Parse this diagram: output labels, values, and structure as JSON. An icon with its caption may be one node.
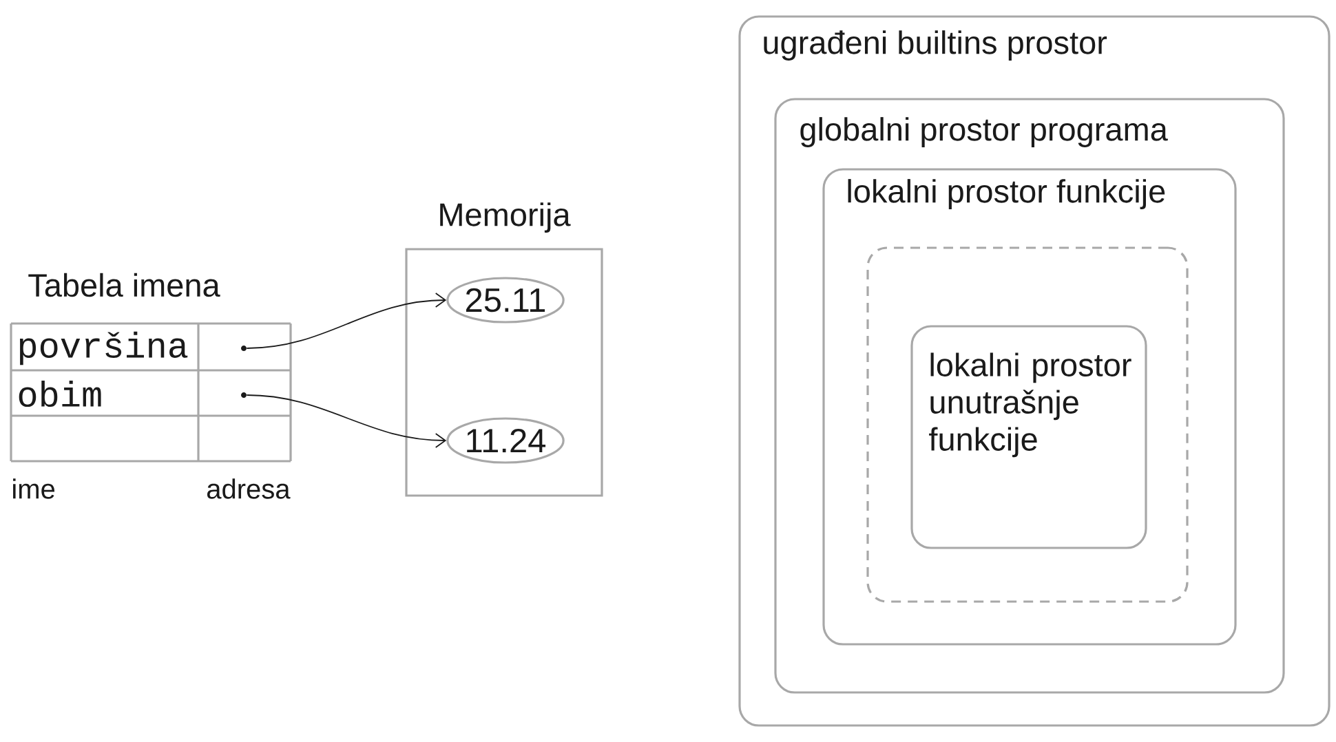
{
  "diagram": {
    "nodes": [
      {
        "text": [
          "Memorija"
        ]
      },
      {
        "text": [
          "25.11"
        ],
        "in": 0
      },
      {
        "text": [
          "11.24"
        ],
        "in": 0
      },
      {
        "text": [],
        "shape": "circle"
      },
      {
        "text": [],
        "shape": "circle"
      },
      {
        "text": [
          "ugrađeni builtins prostor"
        ]
      },
      {
        "text": [
          "globalni prostor programa"
        ],
        "in": 5
      },
      {
        "text": [
          "lokalni prostor funkcije"
        ],
        "in": 6
      },
      {
        "text": [],
        "shape": "box",
        "in": 7
      },
      {
        "text": [
          "lokalni prostor unutrašnje funkcije"
        ],
        "in": 8
      }
    ],
    "edges": [
      {
        "from": 3,
        "to": 1,
        "arrow": "to"
      },
      {
        "from": 4,
        "to": 2,
        "arrow": "to"
      }
    ],
    "labels": [
      "Tabela imena",
      "površina",
      "obim",
      "ime",
      "adresa"
    ]
  }
}
